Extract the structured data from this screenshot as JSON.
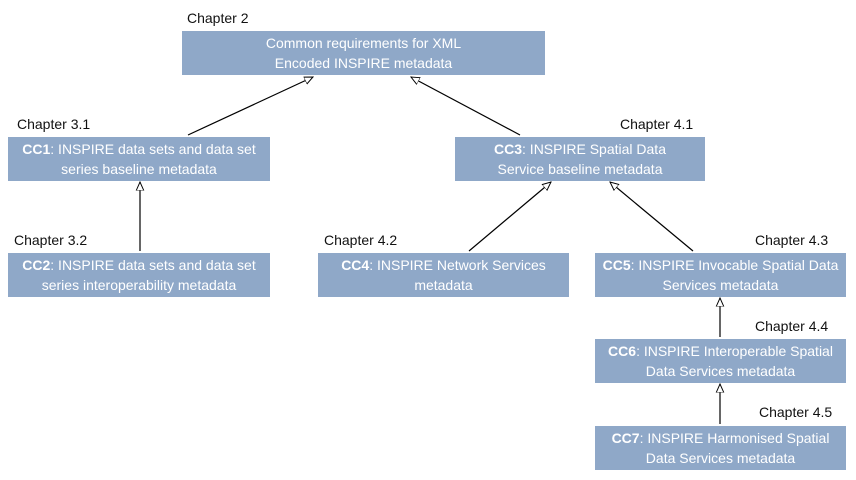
{
  "nodes": [
    {
      "id": "root",
      "chapter": "Chapter 2",
      "code": "",
      "title": "Common requirements for XML Encoded INSPIRE metadata"
    },
    {
      "id": "cc1",
      "chapter": "Chapter 3.1",
      "code": "CC1",
      "title": ": INSPIRE data sets and data set series baseline metadata"
    },
    {
      "id": "cc2",
      "chapter": "Chapter 3.2",
      "code": "CC2",
      "title": ": INSPIRE data sets and data set series interoperability metadata"
    },
    {
      "id": "cc3",
      "chapter": "Chapter 4.1",
      "code": "CC3",
      "title": ": INSPIRE Spatial Data Service baseline metadata"
    },
    {
      "id": "cc4",
      "chapter": "Chapter 4.2",
      "code": "CC4",
      "title": ": INSPIRE Network Services metadata"
    },
    {
      "id": "cc5",
      "chapter": "Chapter 4.3",
      "code": "CC5",
      "title": ": INSPIRE Invocable Spatial Data Services metadata"
    },
    {
      "id": "cc6",
      "chapter": "Chapter 4.4",
      "code": "CC6",
      "title": ": INSPIRE Interoperable Spatial Data Services metadata"
    },
    {
      "id": "cc7",
      "chapter": "Chapter 4.5",
      "code": "CC7",
      "title": ": INSPIRE Harmonised Spatial Data Services metadata"
    }
  ],
  "edges": [
    {
      "from": "cc1",
      "to": "root"
    },
    {
      "from": "cc3",
      "to": "root"
    },
    {
      "from": "cc2",
      "to": "cc1"
    },
    {
      "from": "cc4",
      "to": "cc3"
    },
    {
      "from": "cc5",
      "to": "cc3"
    },
    {
      "from": "cc6",
      "to": "cc5"
    },
    {
      "from": "cc7",
      "to": "cc6"
    }
  ],
  "colors": {
    "box": "#8fa8c8",
    "box_text": "#ffffff",
    "line": "#000000"
  }
}
